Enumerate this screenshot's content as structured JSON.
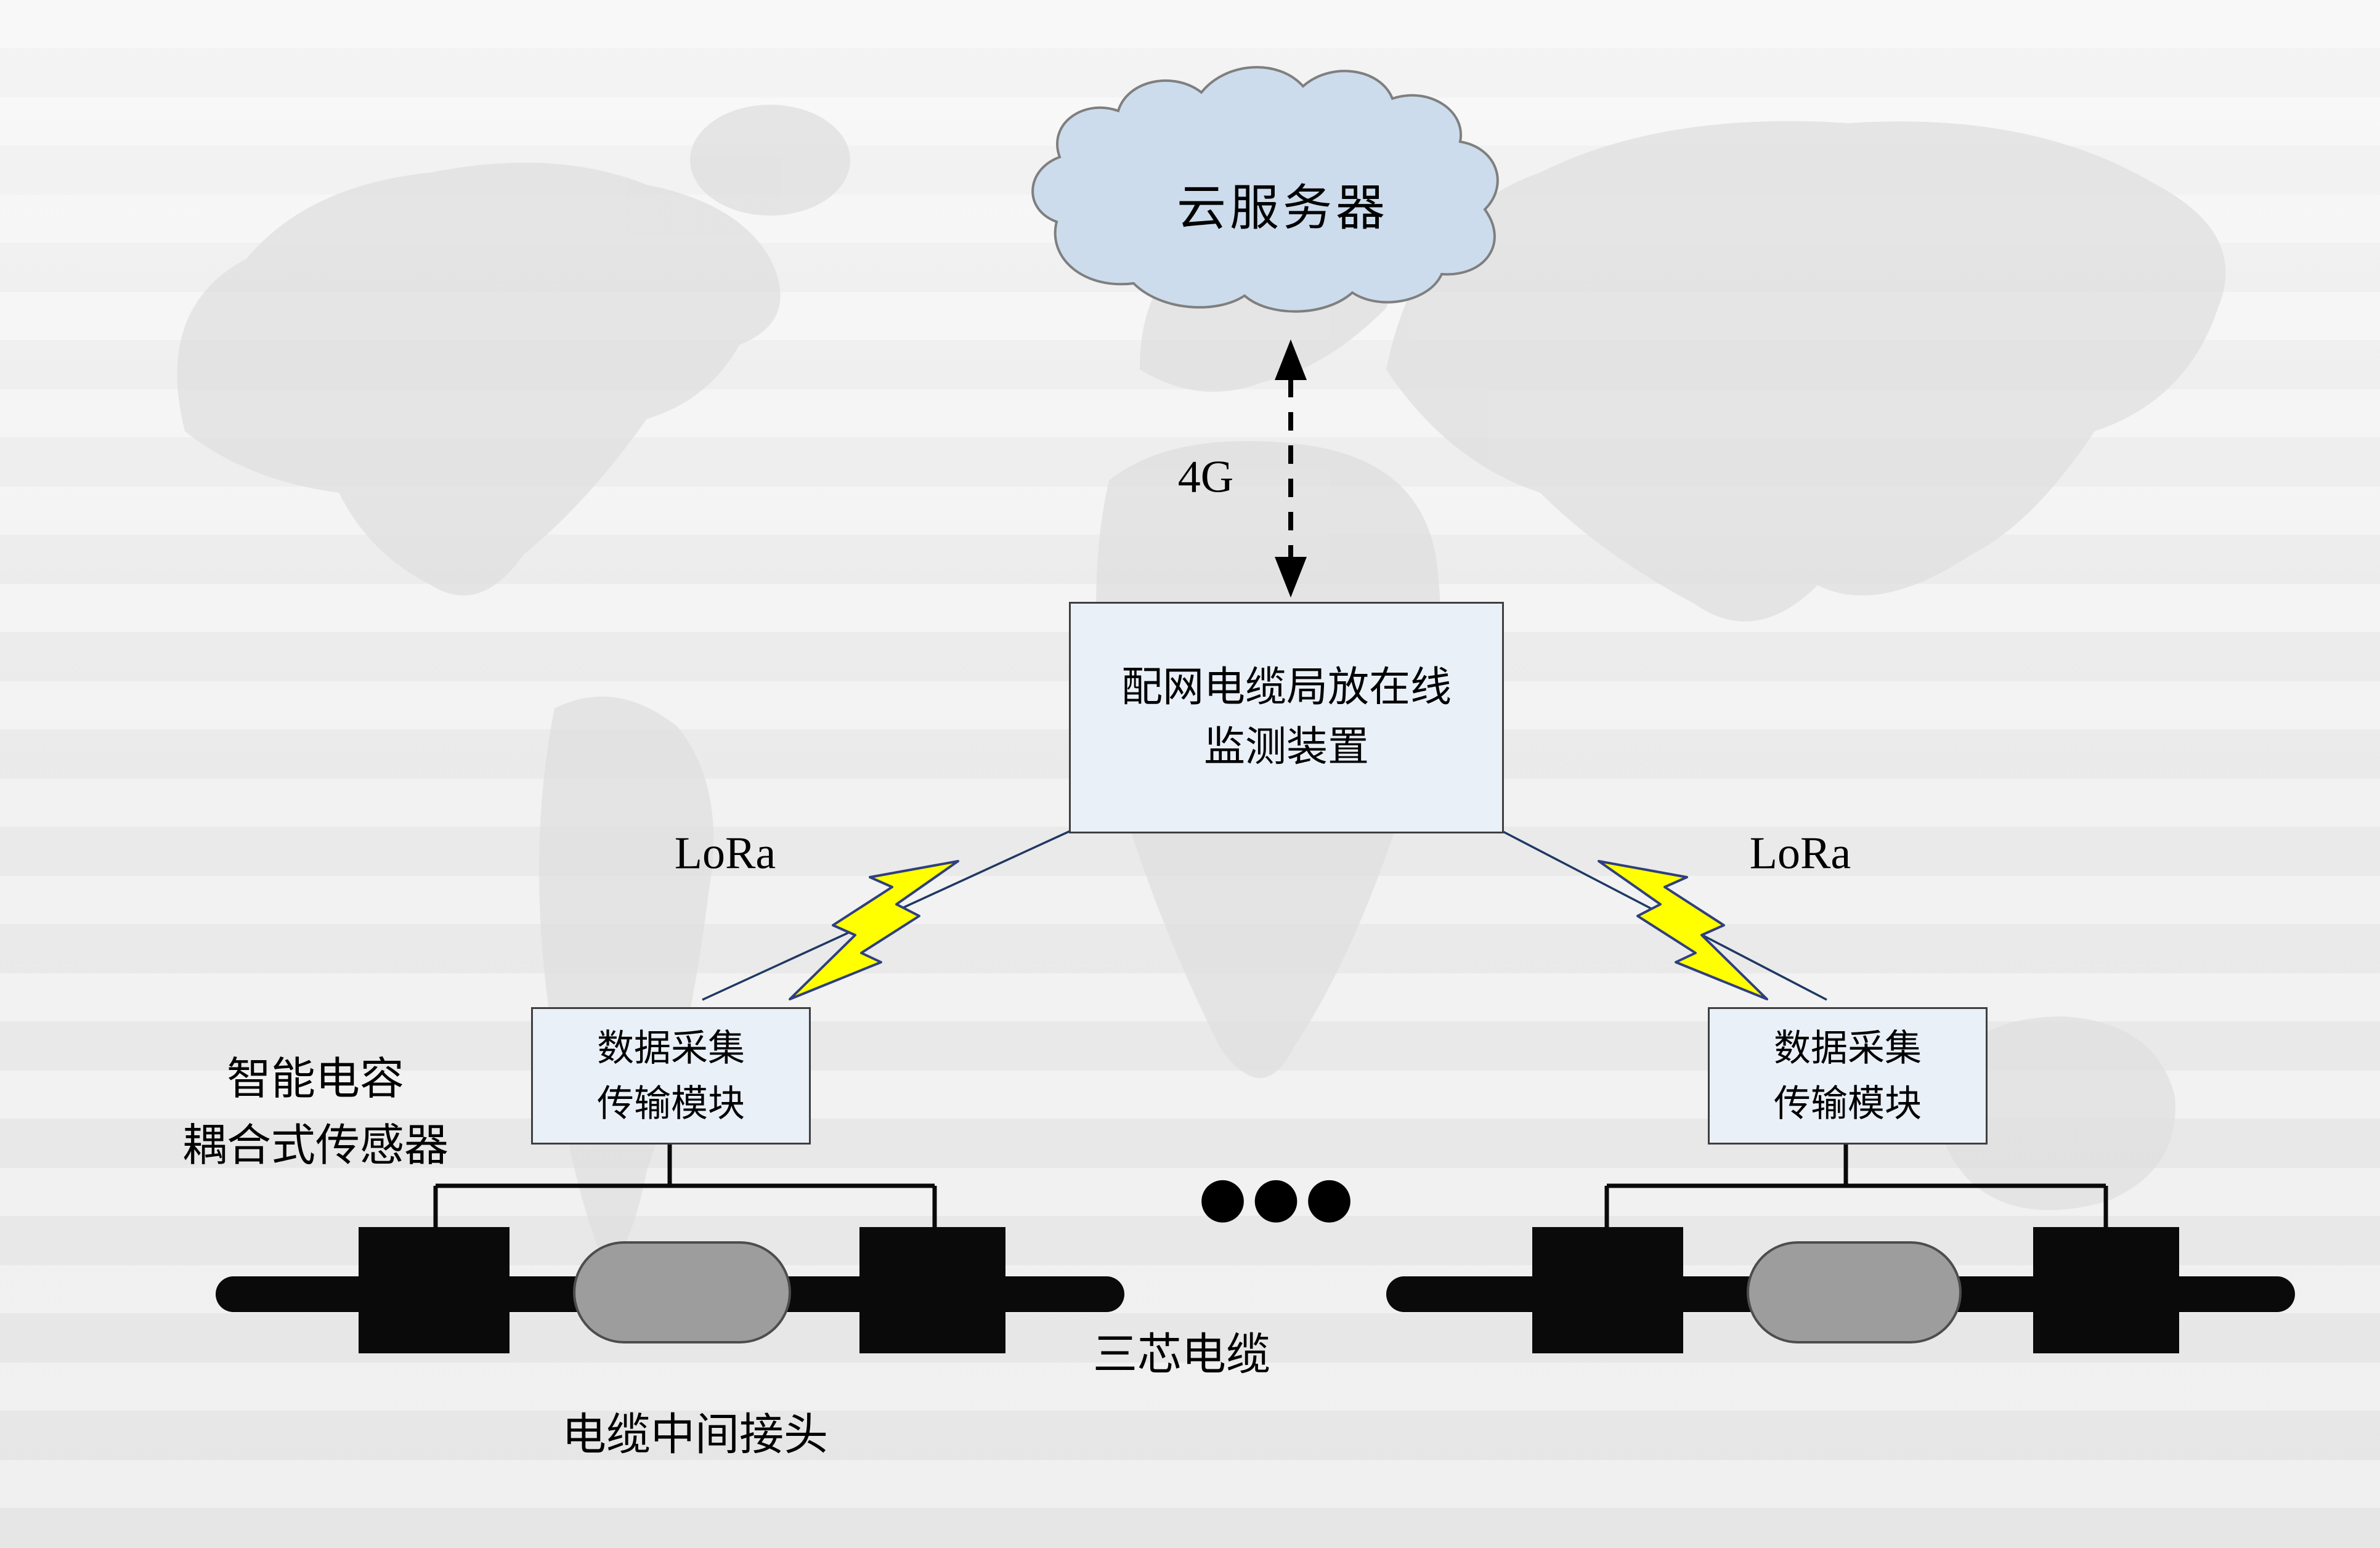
{
  "diagram": {
    "cloud": {
      "label": "云服务器"
    },
    "link_4g": {
      "label": "4G"
    },
    "monitor_device": {
      "line1": "配网电缆局放在线",
      "line2": "监测装置"
    },
    "lora_left": {
      "label": "LoRa"
    },
    "lora_right": {
      "label": "LoRa"
    },
    "module_left": {
      "line1": "数据采集",
      "line2": "传输模块"
    },
    "module_right": {
      "line1": "数据采集",
      "line2": "传输模块"
    },
    "sensor_label": {
      "line1": "智能电容",
      "line2": "耦合式传感器"
    },
    "joint_label": "电缆中间接头",
    "cable_label": "三芯电缆",
    "ellipsis": "●●●"
  },
  "colors": {
    "cloud_fill": "#ccdcec",
    "cloud_stroke": "#7f7f7f",
    "box_fill": "#eaf0f8",
    "box_stroke": "#3f3f3f",
    "lightning_fill": "#ffff00",
    "lightning_stroke": "#2f3f7f",
    "link_line": "#1f3864",
    "arrow_color": "#000000",
    "cable_color": "#0a0a0a",
    "joint_fill": "#9d9d9d",
    "joint_stroke": "#4d4d4d",
    "background": "#e9e9e9",
    "map_fill": "#dfdfdf"
  }
}
